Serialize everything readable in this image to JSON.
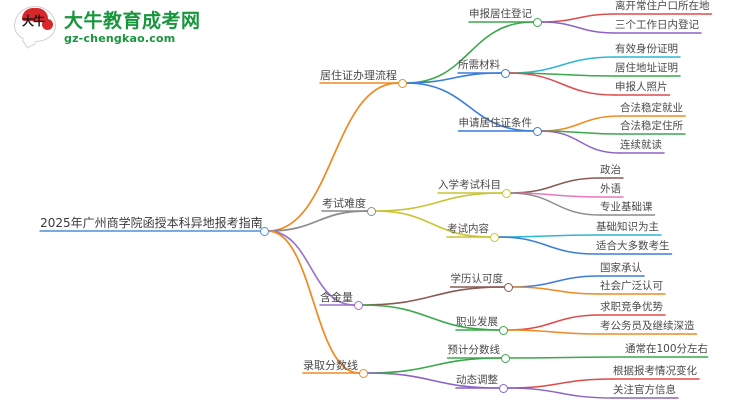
{
  "logo": {
    "mark_text": "大牛",
    "title_cn": "大牛教育成考网",
    "url": "gz-chengkao.com",
    "brand_color": "#17963c",
    "accent_color": "#d8272b"
  },
  "mindmap": {
    "root": {
      "label": "2025年广州商学院函授本科异地报考指南",
      "color": "#4a90d9"
    },
    "branches": [
      {
        "label": "居住证办理流程",
        "color": "#ef8a22",
        "children": [
          {
            "label": "申报居住登记",
            "color": "#3aa84b",
            "children": [
              {
                "label": "离开常住户口所在地",
                "color": "#e04a4a"
              },
              {
                "label": "三个工作日内登记",
                "color": "#8b63c6"
              }
            ]
          },
          {
            "label": "所需材料",
            "color": "#3b7dd8",
            "children": [
              {
                "label": "有效身份证明",
                "color": "#2fb6d6"
              },
              {
                "label": "居住地址证明",
                "color": "#3aa84b"
              },
              {
                "label": "申报人照片",
                "color": "#e04a4a"
              }
            ]
          },
          {
            "label": "申请居住证条件",
            "color": "#3b7dd8",
            "children": [
              {
                "label": "合法稳定就业",
                "color": "#ef8a22"
              },
              {
                "label": "合法稳定住所",
                "color": "#3aa84b"
              },
              {
                "label": "连续就读",
                "color": "#8b63c6"
              }
            ]
          }
        ]
      },
      {
        "label": "考试难度",
        "color": "#8c8c8c",
        "children": [
          {
            "label": "入学考试科目",
            "color": "#c9c437",
            "children": [
              {
                "label": "政治",
                "color": "#8a5a52"
              },
              {
                "label": "外语",
                "color": "#e878bc"
              },
              {
                "label": "专业基础课",
                "color": "#8c8c8c"
              }
            ]
          },
          {
            "label": "考试内容",
            "color": "#c9c437",
            "children": [
              {
                "label": "基础知识为主",
                "color": "#2fb6d6"
              },
              {
                "label": "适合大多数考生",
                "color": "#3b7dd8"
              }
            ]
          }
        ]
      },
      {
        "label": "含金量",
        "color": "#9a74c9",
        "children": [
          {
            "label": "学历认可度",
            "color": "#8a5a52",
            "children": [
              {
                "label": "国家承认",
                "color": "#3b7dd8"
              },
              {
                "label": "社会广泛认可",
                "color": "#ef8a22"
              }
            ]
          },
          {
            "label": "职业发展",
            "color": "#3aa84b",
            "children": [
              {
                "label": "求职竞争优势",
                "color": "#e04a4a"
              },
              {
                "label": "考公务员及继续深造",
                "color": "#ef8a22"
              }
            ]
          }
        ]
      },
      {
        "label": "录取分数线",
        "color": "#ef8a22",
        "children": [
          {
            "label": "预计分数线",
            "color": "#3aa84b",
            "children": [
              {
                "label": "通常在100分左右",
                "color": "#3aa84b"
              }
            ]
          },
          {
            "label": "动态调整",
            "color": "#8b63c6",
            "children": [
              {
                "label": "根据报考情况变化",
                "color": "#e04a4a"
              },
              {
                "label": "关注官方信息",
                "color": "#8b63c6"
              }
            ]
          }
        ]
      }
    ]
  }
}
